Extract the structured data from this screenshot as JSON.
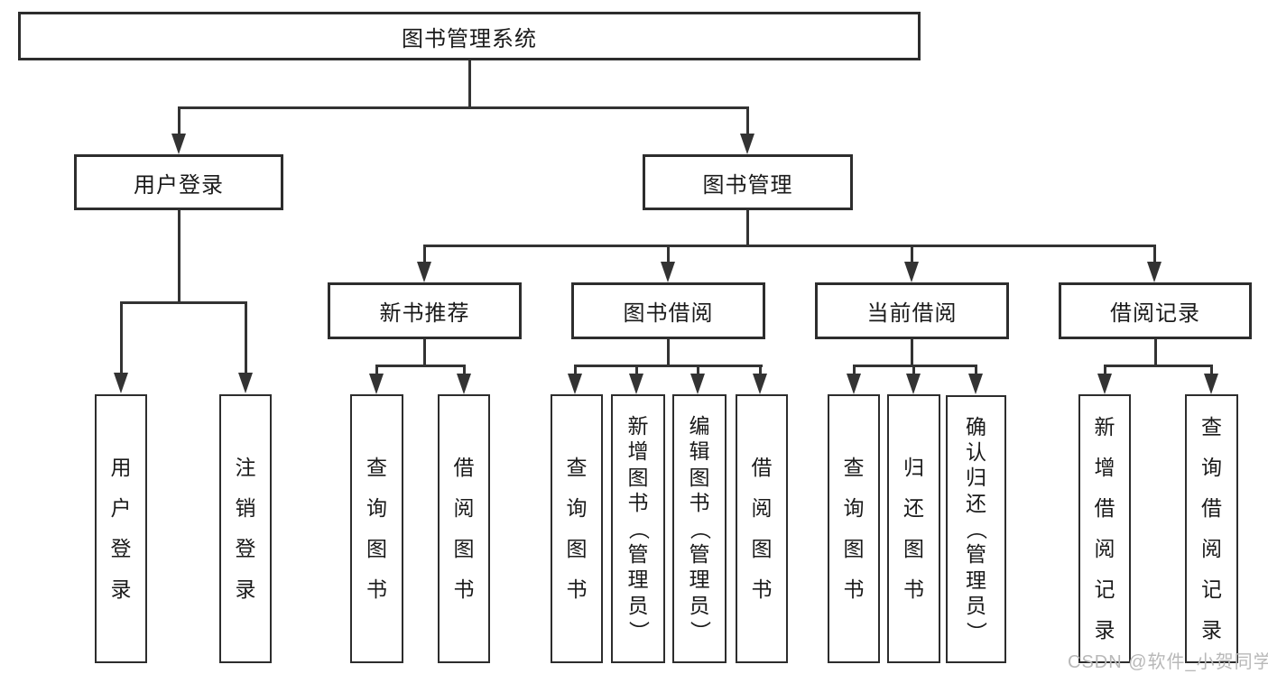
{
  "diagram": {
    "title": "图书管理系统",
    "level2": {
      "user_login": "用户登录",
      "book_mgmt": "图书管理"
    },
    "level3": {
      "new_book": "新书推荐",
      "book_borrow": "图书借阅",
      "current_borrow": "当前借阅",
      "borrow_records": "借阅记录"
    },
    "leaves": {
      "user_login": [
        "用户登录",
        "注销登录"
      ],
      "new_book": [
        "查询图书",
        "借阅图书"
      ],
      "book_borrow": [
        "查询图书",
        "新增图书（管理员）",
        "编辑图书（管理员）",
        "借阅图书"
      ],
      "current_borrow": [
        "查询图书",
        "归还图书",
        "确认归还（管理员）"
      ],
      "borrow_records": [
        "新增借阅记录",
        "查询借阅记录"
      ]
    }
  },
  "watermark": {
    "text": "CSDN @软件_小贺同学",
    "color": "#b8b8b8"
  },
  "colors": {
    "line": "#333333",
    "border": "#2d2d2d",
    "text": "#1a1a1a",
    "background": "#ffffff"
  }
}
